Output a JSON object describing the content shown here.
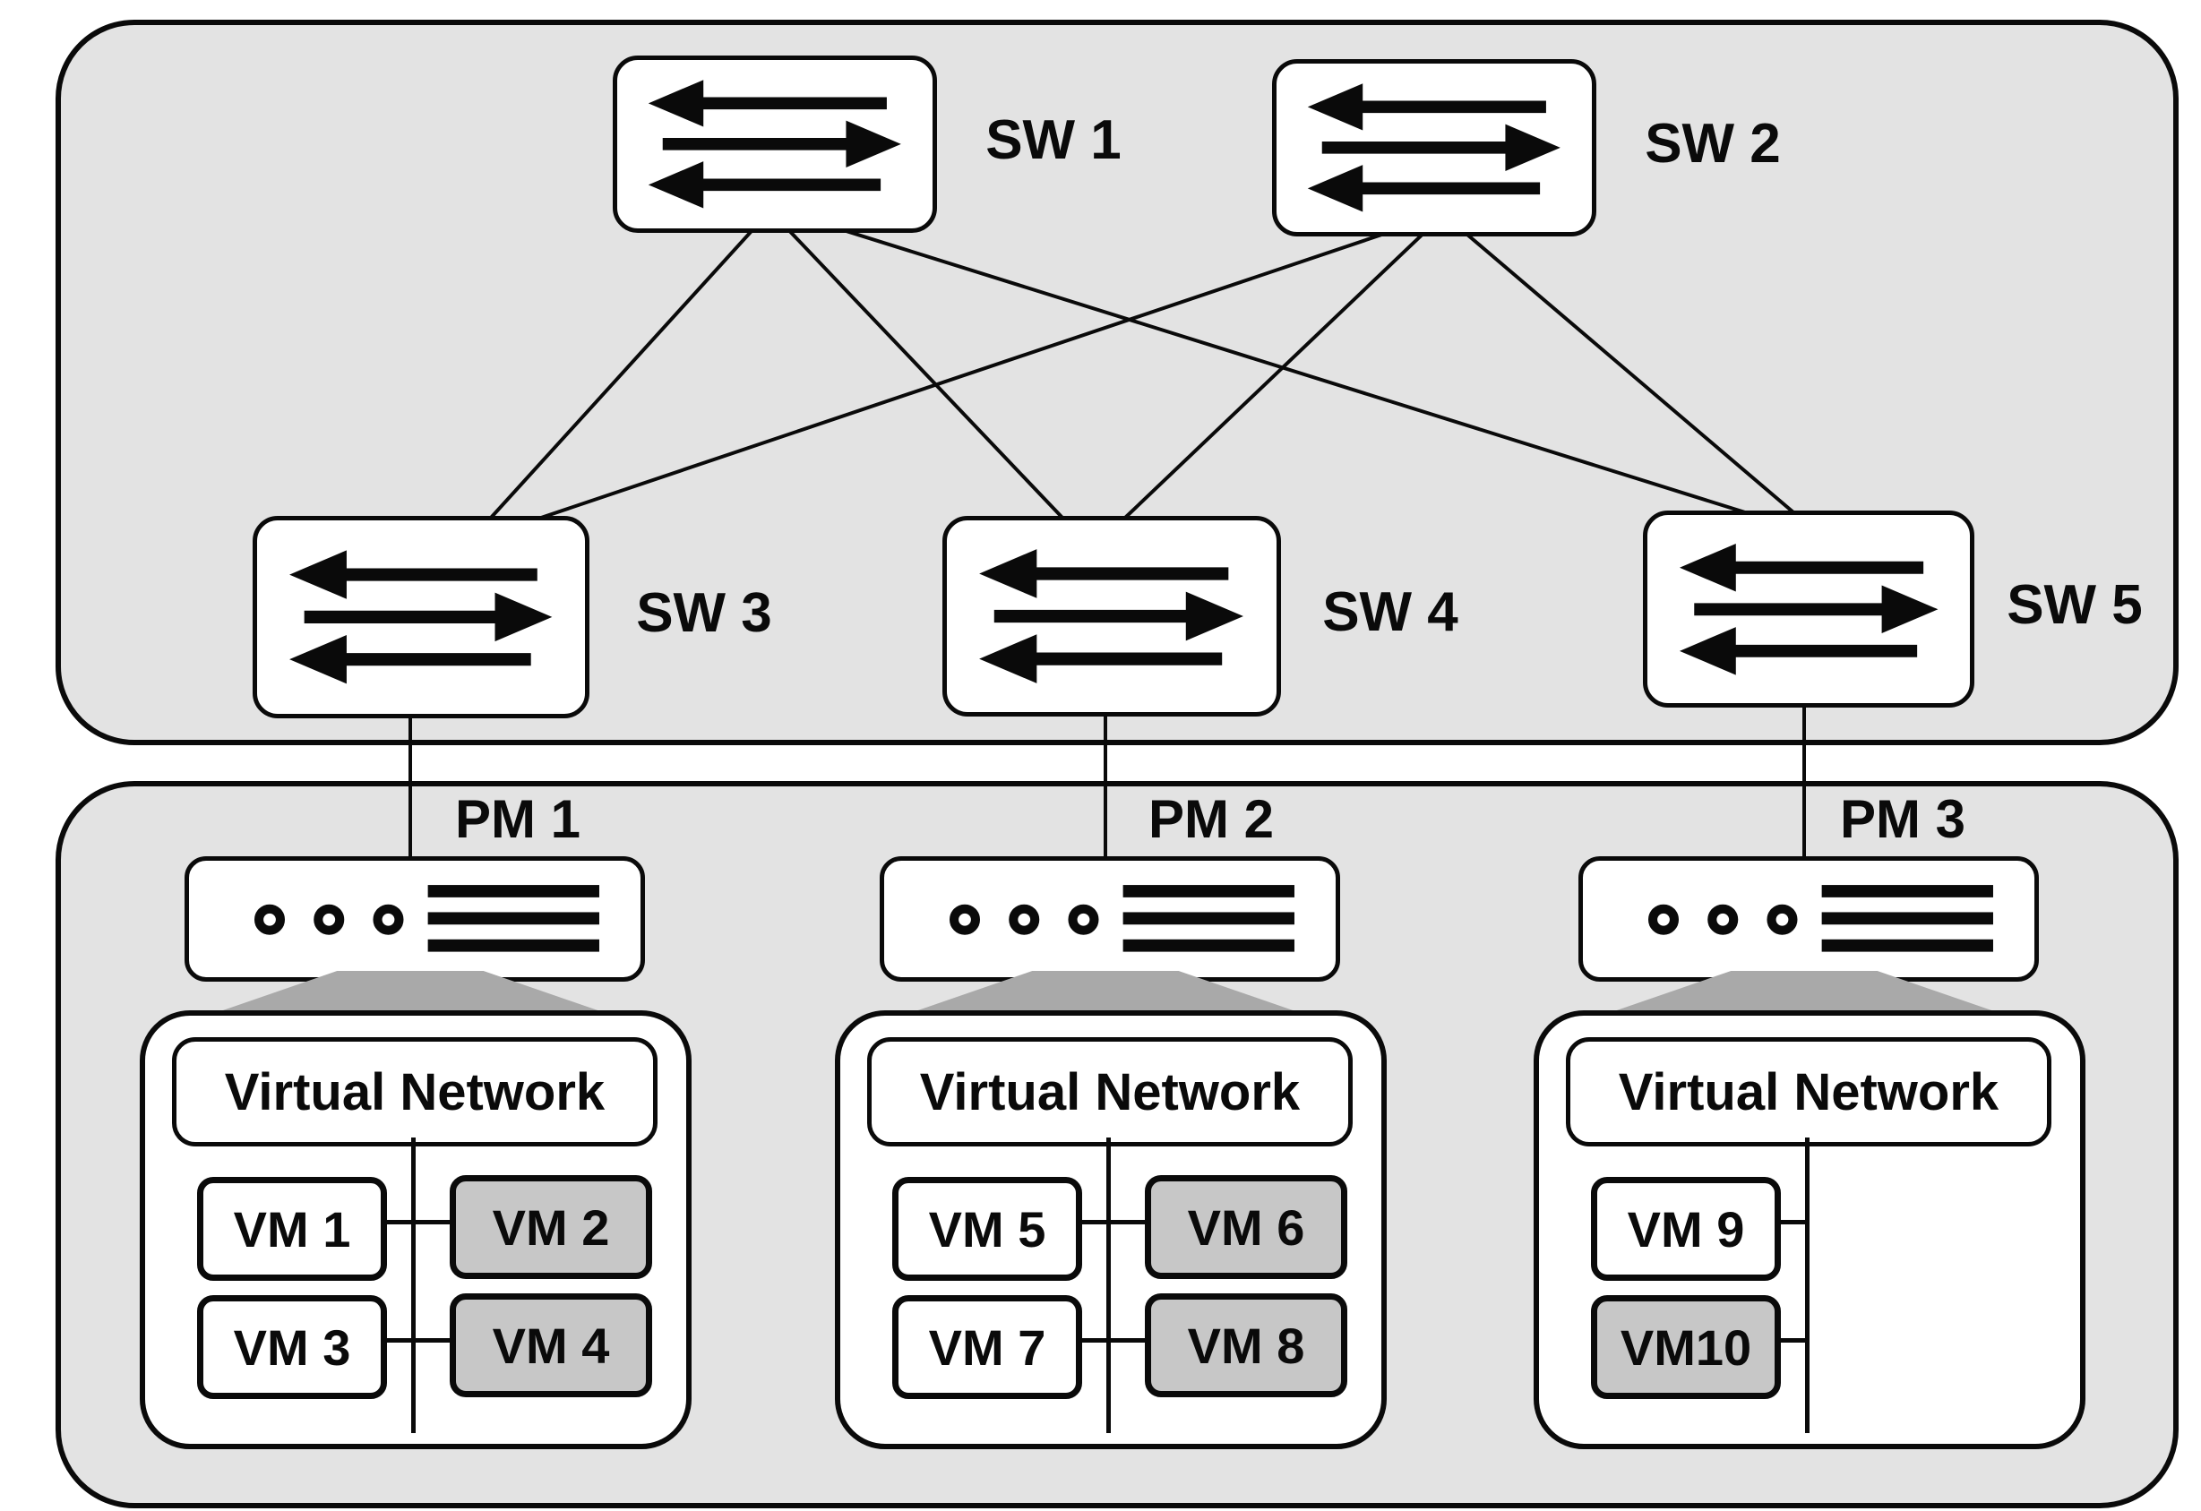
{
  "diagram_type": "network-topology",
  "colors": {
    "panel_bg": "#e3e3e3",
    "node_bg": "#ffffff",
    "vm_highlight_bg": "#c7c7c7",
    "wedge_gray": "#a9a9a9",
    "line_black": "#0a0a0a"
  },
  "switches": [
    {
      "id": "sw1",
      "label": "SW 1"
    },
    {
      "id": "sw2",
      "label": "SW 2"
    },
    {
      "id": "sw3",
      "label": "SW 3"
    },
    {
      "id": "sw4",
      "label": "SW 4"
    },
    {
      "id": "sw5",
      "label": "SW 5"
    }
  ],
  "links": [
    {
      "from": "SW 1",
      "to": "SW 3"
    },
    {
      "from": "SW 1",
      "to": "SW 4"
    },
    {
      "from": "SW 1",
      "to": "SW 5"
    },
    {
      "from": "SW 2",
      "to": "SW 3"
    },
    {
      "from": "SW 2",
      "to": "SW 4"
    },
    {
      "from": "SW 2",
      "to": "SW 5"
    }
  ],
  "uplinks": [
    {
      "from": "SW 3",
      "to": "PM 1"
    },
    {
      "from": "SW 4",
      "to": "PM 2"
    },
    {
      "from": "SW 5",
      "to": "PM 3"
    }
  ],
  "pms": [
    {
      "label": "PM 1",
      "virtual_network_label": "Virtual Network",
      "vms": [
        {
          "label": "VM 1",
          "highlighted": false
        },
        {
          "label": "VM 2",
          "highlighted": true
        },
        {
          "label": "VM 3",
          "highlighted": false
        },
        {
          "label": "VM 4",
          "highlighted": true
        }
      ]
    },
    {
      "label": "PM 2",
      "virtual_network_label": "Virtual Network",
      "vms": [
        {
          "label": "VM 5",
          "highlighted": false
        },
        {
          "label": "VM 6",
          "highlighted": true
        },
        {
          "label": "VM 7",
          "highlighted": false
        },
        {
          "label": "VM 8",
          "highlighted": true
        }
      ]
    },
    {
      "label": "PM 3",
      "virtual_network_label": "Virtual Network",
      "vms": [
        {
          "label": "VM 9",
          "highlighted": false
        },
        {
          "label": "VM10",
          "highlighted": true
        }
      ]
    }
  ]
}
